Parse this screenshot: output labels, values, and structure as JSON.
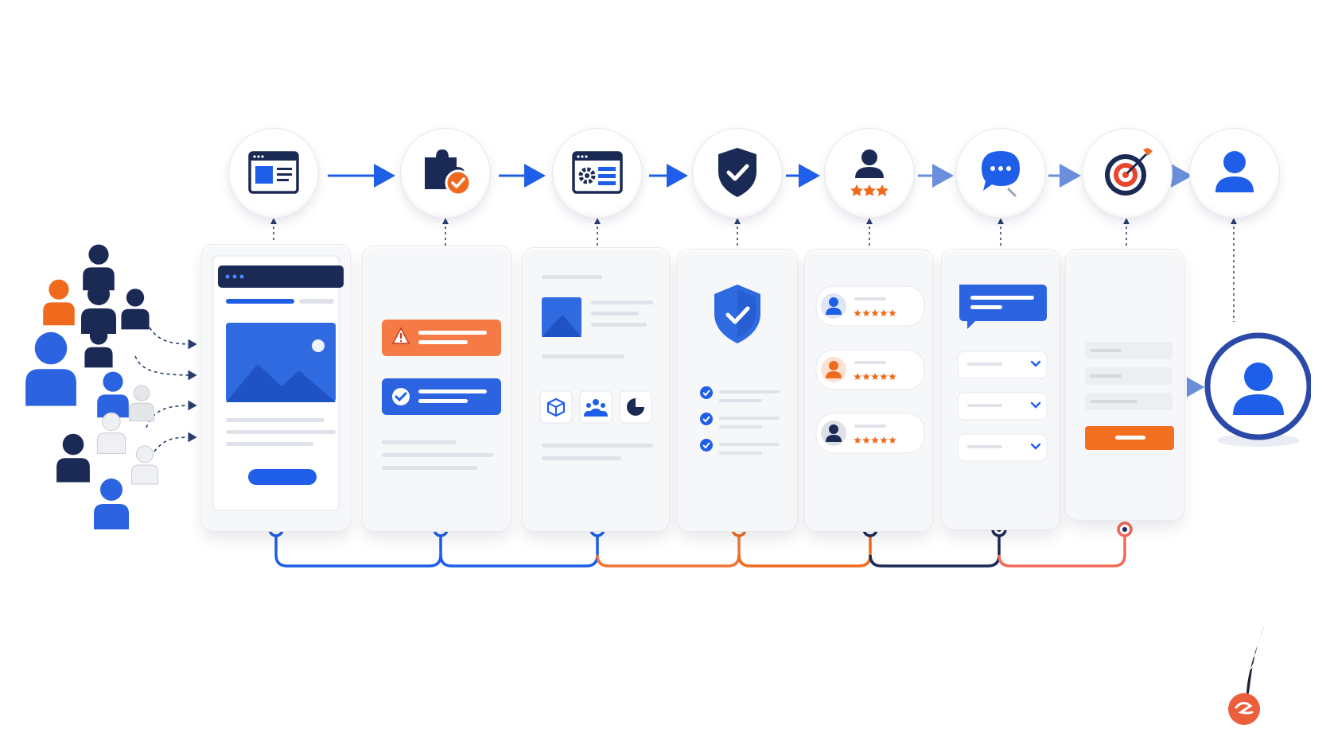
{
  "steps": [
    {
      "id": "landing",
      "icon": "browser-window-icon"
    },
    {
      "id": "fit",
      "icon": "puzzle-check-icon"
    },
    {
      "id": "configure",
      "icon": "settings-window-icon"
    },
    {
      "id": "trust",
      "icon": "shield-check-icon"
    },
    {
      "id": "reviews",
      "icon": "user-rating-icon"
    },
    {
      "id": "support",
      "icon": "chat-bubble-icon"
    },
    {
      "id": "goal",
      "icon": "target-icon"
    },
    {
      "id": "customer",
      "icon": "user-icon"
    }
  ],
  "colors": {
    "blue": "#1f5ee8",
    "navy": "#1b2a55",
    "orange": "#f06a1e",
    "gray_line": "#d9dce3",
    "card_bg": "#f6f7f9"
  },
  "rating": {
    "stars_small": 5,
    "stars_header": 3
  }
}
